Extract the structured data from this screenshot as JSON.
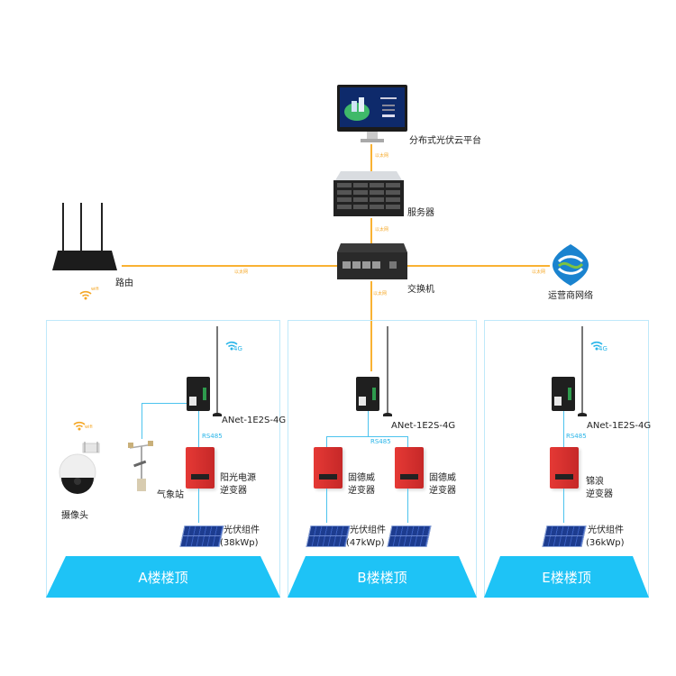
{
  "colors": {
    "ethernet_line": "#f9b233",
    "rs485_line": "#4cc3ee",
    "roof_banner": "#1ec3f6",
    "panel_border": "#bfe9fa",
    "inverter": "#e53935",
    "wifi_orange": "#f5a623",
    "wifi_blue": "#27b4e8"
  },
  "top": {
    "platform_label": "分布式光伏云平台",
    "server_label": "服务器",
    "switch_label": "交换机",
    "router_label": "路由",
    "router_wifi": "wifi",
    "carrier_label": "运营商网络",
    "ethernet_label": "以太网"
  },
  "buildings": [
    {
      "roof_label": "A楼楼顶",
      "gateway_label": "ANet-1E2S-4G",
      "signal_label": "4G",
      "bus_label": "RS485",
      "inverters": [
        {
          "label_line1": "阳光电源",
          "label_line2": "逆变器"
        }
      ],
      "pv_label_line1": "光伏组件",
      "pv_label_line2": "(38kWp)",
      "weather_label": "气象站",
      "camera_label": "摄像头",
      "camera_wifi": "wifi"
    },
    {
      "roof_label": "B楼楼顶",
      "gateway_label": "ANet-1E2S-4G",
      "bus_label": "RS485",
      "inverters": [
        {
          "label_line1": "固德威",
          "label_line2": "逆变器"
        },
        {
          "label_line1": "固德威",
          "label_line2": "逆变器"
        }
      ],
      "pv_label_line1": "光伏组件",
      "pv_label_line2": "(47kWp)"
    },
    {
      "roof_label": "E楼楼顶",
      "gateway_label": "ANet-1E2S-4G",
      "signal_label": "4G",
      "bus_label": "RS485",
      "inverters": [
        {
          "label_line1": "锦浪",
          "label_line2": "逆变器"
        }
      ],
      "pv_label_line1": "光伏组件",
      "pv_label_line2": "(36kWp)"
    }
  ]
}
